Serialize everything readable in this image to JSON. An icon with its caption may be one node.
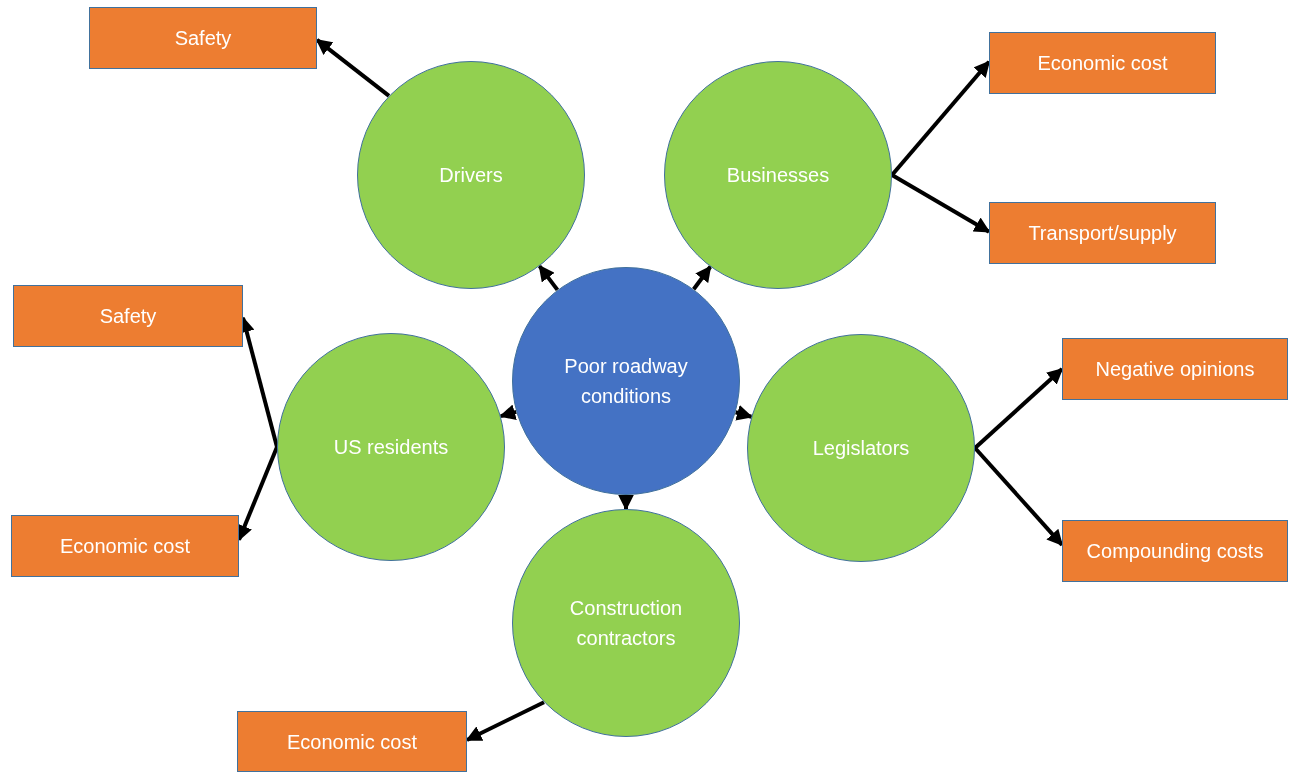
{
  "diagram": {
    "nodes": [
      {
        "text": [
          "Safety"
        ]
      },
      {
        "text": [
          "Drivers"
        ]
      },
      {
        "text": [
          "Businesses"
        ]
      },
      {
        "text": [
          "Economic cost"
        ]
      },
      {
        "text": [
          "Transport/supply"
        ]
      },
      {
        "text": [
          "Safety"
        ]
      },
      {
        "text": [
          "Poor roadway conditions"
        ]
      },
      {
        "text": [
          "US residents"
        ]
      },
      {
        "text": [
          "Legislators"
        ]
      },
      {
        "text": [
          "Negative opinions"
        ]
      },
      {
        "text": [
          "Economic cost"
        ]
      },
      {
        "text": [
          "Compounding costs"
        ]
      },
      {
        "text": [
          "Construction contractors"
        ]
      },
      {
        "text": [
          "Economic cost"
        ]
      }
    ],
    "edges": [
      {
        "from": 6,
        "to": 1,
        "arrow": "to"
      },
      {
        "from": 6,
        "to": 2,
        "arrow": "to"
      },
      {
        "from": 6,
        "to": 7,
        "arrow": "to"
      },
      {
        "from": 6,
        "to": 8,
        "arrow": "to"
      },
      {
        "from": 6,
        "to": 12,
        "arrow": "to"
      },
      {
        "from": 1,
        "to": 0,
        "arrow": "to"
      },
      {
        "from": 2,
        "to": 3,
        "arrow": "to"
      },
      {
        "from": 2,
        "to": 4,
        "arrow": "to"
      },
      {
        "from": 7,
        "to": 5,
        "arrow": "to"
      },
      {
        "from": 7,
        "to": 10,
        "arrow": "to"
      },
      {
        "from": 8,
        "to": 9,
        "arrow": "to"
      },
      {
        "from": 8,
        "to": 11,
        "arrow": "to"
      },
      {
        "from": 12,
        "to": 13,
        "arrow": "to"
      }
    ]
  }
}
